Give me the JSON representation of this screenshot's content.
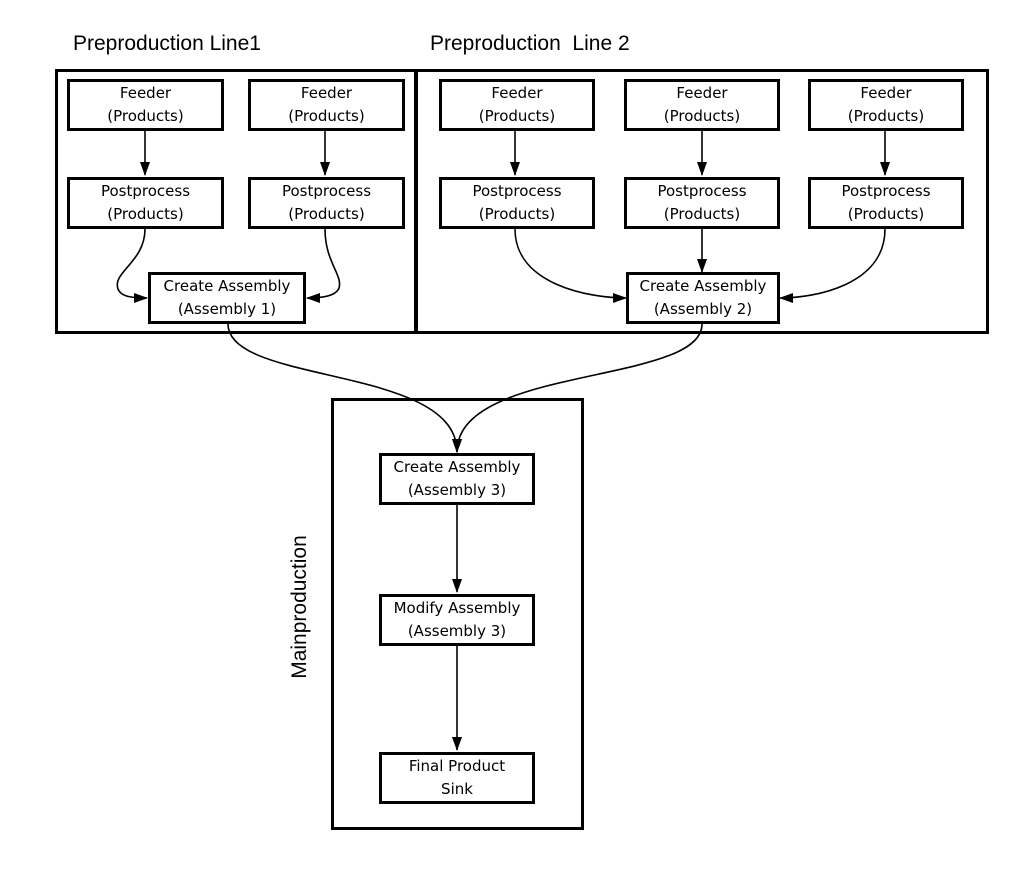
{
  "groups": {
    "line1_title": "Preproduction Line1",
    "line2_title": "Preproduction  Line 2",
    "main_title": "Mainproduction"
  },
  "line1": {
    "feeder_a": {
      "line1": "Feeder",
      "line2": "(Products)"
    },
    "feeder_b": {
      "line1": "Feeder",
      "line2": "(Products)"
    },
    "post_a": {
      "line1": "Postprocess",
      "line2": "(Products)"
    },
    "post_b": {
      "line1": "Postprocess",
      "line2": "(Products)"
    },
    "assembly": {
      "line1": "Create Assembly",
      "line2": "(Assembly 1)"
    }
  },
  "line2": {
    "feeder_a": {
      "line1": "Feeder",
      "line2": "(Products)"
    },
    "feeder_b": {
      "line1": "Feeder",
      "line2": "(Products)"
    },
    "feeder_c": {
      "line1": "Feeder",
      "line2": "(Products)"
    },
    "post_a": {
      "line1": "Postprocess",
      "line2": "(Products)"
    },
    "post_b": {
      "line1": "Postprocess",
      "line2": "(Products)"
    },
    "post_c": {
      "line1": "Postprocess",
      "line2": "(Products)"
    },
    "assembly": {
      "line1": "Create Assembly",
      "line2": "(Assembly 2)"
    }
  },
  "main": {
    "create": {
      "line1": "Create Assembly",
      "line2": "(Assembly 3)"
    },
    "modify": {
      "line1": "Modify Assembly",
      "line2": "(Assembly 3)"
    },
    "sink": {
      "line1": "Final Product",
      "line2": "Sink"
    }
  }
}
